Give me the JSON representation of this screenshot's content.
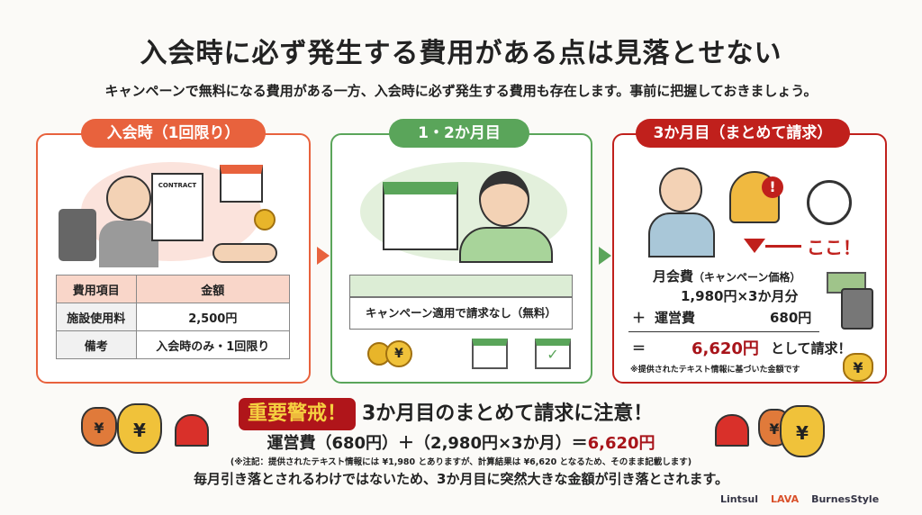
{
  "title": "入会時に必ず発生する費用がある点は見落とせない",
  "subtitle": "キャンペーンで無料になる費用がある一方、入会時に必ず発生する費用も存在します。事前に把握しておきましょう。",
  "panels": [
    {
      "label": "入会時（1回限り）",
      "contract": "CONTRACT",
      "table": {
        "headers": [
          "費用項目",
          "金額"
        ],
        "rows": [
          [
            "施設使用料",
            "2,500円"
          ],
          [
            "備考",
            "入会時のみ・1回限り"
          ]
        ]
      }
    },
    {
      "label": "1・2か月目",
      "note": "キャンペーン適用で請求なし（無料）"
    },
    {
      "label": "3か月目（まとめて請求）",
      "here": "ここ！",
      "line1": "月会費",
      "line1_sub": "（キャンペーン価格）",
      "line2": "1,980円×3か月分",
      "line3_op": "＋",
      "line3_label": "運営費",
      "line3_value": "680円",
      "line4_op": "＝",
      "total": "6,620円",
      "total_suffix": "として請求！",
      "footnote": "※提供されたテキスト情報に基づいた金額です"
    }
  ],
  "warning": {
    "badge": "重要警戒！",
    "headline": "3か月目のまとめて請求に注意！",
    "formula_prefix": "運営費（680円）＋（2,980円×3か月）＝",
    "formula_total": "6,620円",
    "note": "(※注記：提供されたテキスト情報には ¥1,980 とありますが、計算結果は ¥6,620 となるため、そのまま記載します)",
    "summary": "毎月引き落とされるわけではないため、3か月目に突然大きな金額が引き落とされます。"
  },
  "logos": [
    "Lintsul",
    "LAVA",
    "BurnesStyle"
  ],
  "colors": {
    "orange": "#e8623d",
    "green": "#5aa55a",
    "red": "#c0201c"
  }
}
